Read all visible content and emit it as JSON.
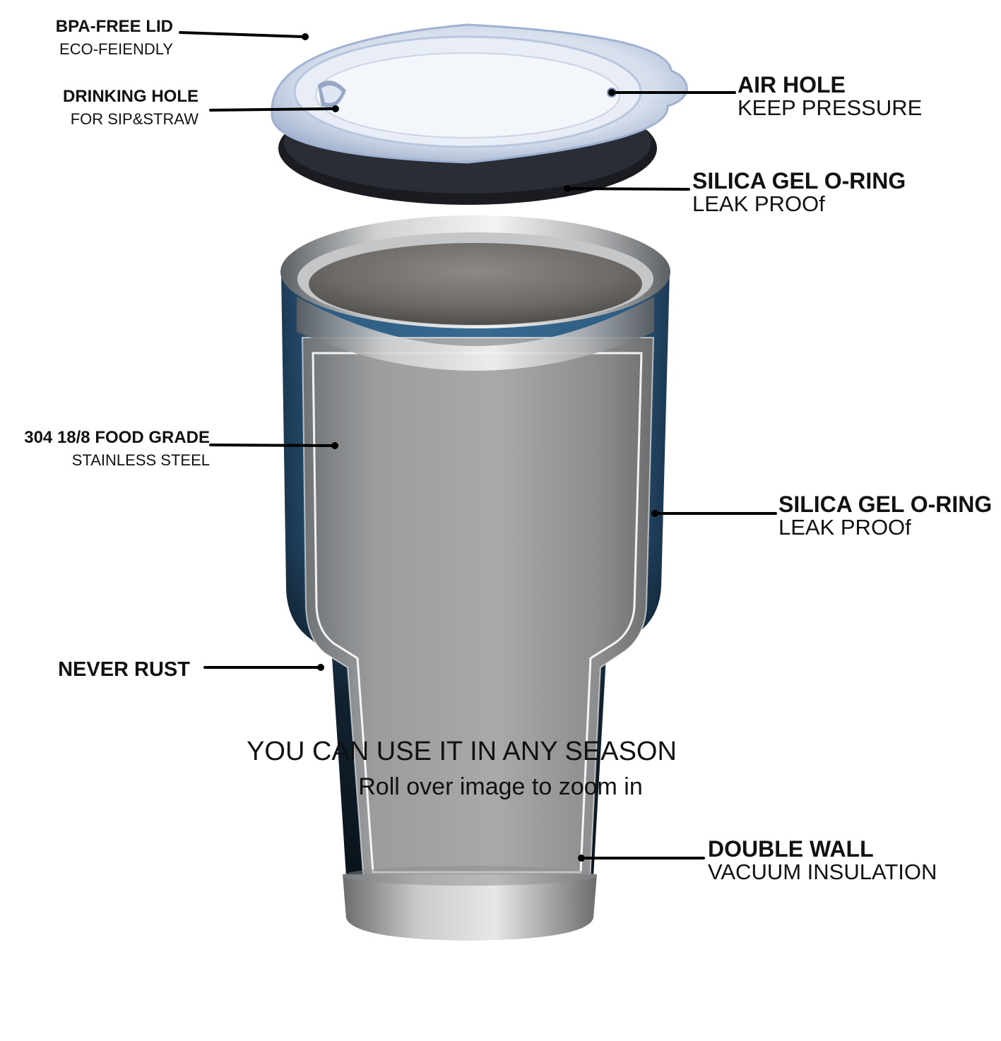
{
  "colors": {
    "background": "#ffffff",
    "steel": "#8e9092",
    "tumbler_blue": "#2e5a7c",
    "tumbler_dark": "#1b1f25",
    "lid_clear": "#dfe7f3",
    "oring": "#14161c",
    "leader_line": "#000000"
  },
  "callouts": {
    "bpa_lid": {
      "title": "BPA-FREE LID",
      "sub": "ECO-FEIENDLY"
    },
    "drinking_hole": {
      "title": "DRINKING HOLE",
      "sub": "FOR SIP&STRAW"
    },
    "air_hole": {
      "title": "AIR HOLE",
      "sub": "KEEP PRESSURE"
    },
    "oring_lid": {
      "title": "SILICA GEL O-RING",
      "sub": "LEAK PROOf"
    },
    "food_grade": {
      "title": "304 18/8 FOOD GRADE",
      "sub": "STAINLESS STEEL"
    },
    "oring_body": {
      "title": "SILICA GEL O-RING",
      "sub": "LEAK PROOf"
    },
    "never_rust": {
      "title": "NEVER RUST"
    },
    "double_wall": {
      "title": "DOUBLE WALL",
      "sub": "VACUUM INSULATION"
    }
  },
  "captions": {
    "season": "YOU CAN USE IT IN ANY SEASON",
    "zoom": "Roll over image to zoom in"
  }
}
